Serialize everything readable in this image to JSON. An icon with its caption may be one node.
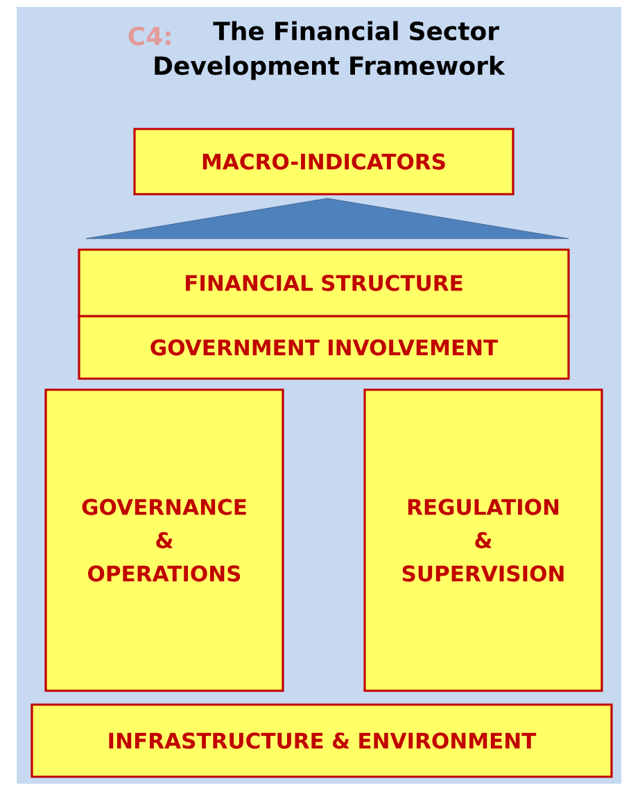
{
  "diagram": {
    "title": "The Financial Sector Development Framework",
    "labels": [
      "C4:"
    ],
    "nodes": [
      {
        "text": [
          "MACRO-INDICATORS"
        ]
      },
      {
        "text": [
          "FINANCIAL STRUCTURE"
        ]
      },
      {
        "text": [
          "GOVERNMENT INVOLVEMENT"
        ]
      },
      {
        "text": [
          "GOVERNANCE & OPERATIONS"
        ]
      },
      {
        "text": [
          "REGULATION & SUPERVISION"
        ]
      },
      {
        "text": [
          "INFRASTRUCTURE & ENVIRONMENT"
        ]
      }
    ]
  }
}
